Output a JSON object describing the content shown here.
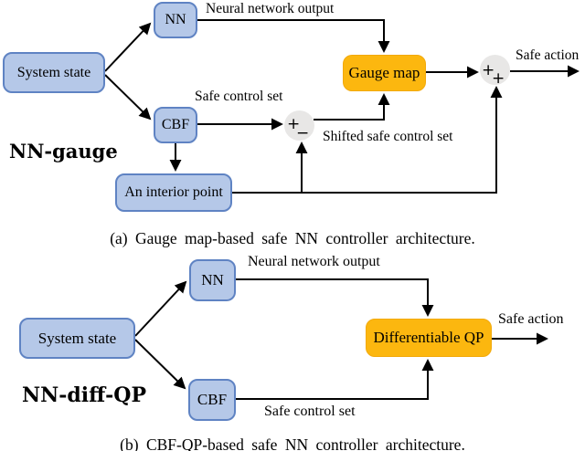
{
  "colors": {
    "box_blue_fill": "#b5c8e8",
    "box_blue_border": "#5f83c3",
    "box_orange_fill": "#fcb70f",
    "sum_circle_fill": "#e8e7e6",
    "line_color": "#000000"
  },
  "diagram_a": {
    "tag": "NN-gauge",
    "caption": "(a) Gauge map-based safe NN controller architecture.",
    "nodes": {
      "system_state": "System state",
      "nn": "NN",
      "cbf": "CBF",
      "gauge_map": "Gauge map",
      "interior_point": "An interior point"
    },
    "edge_labels": {
      "nn_output": "Neural network output",
      "safe_control_set": "Safe control set",
      "shifted_safe_control_set": "Shifted safe control set",
      "safe_action": "Safe action"
    },
    "sum1": {
      "plus": "+",
      "minus": "−"
    },
    "sum2": {
      "plus_left": "+",
      "plus_bottom": "+"
    }
  },
  "diagram_b": {
    "tag": "NN-diff-QP",
    "caption": "(b) CBF-QP-based safe NN controller architecture.",
    "nodes": {
      "system_state": "System state",
      "nn": "NN",
      "cbf": "CBF",
      "differentiable_qp": "Differentiable QP"
    },
    "edge_labels": {
      "nn_output": "Neural network output",
      "safe_control_set": "Safe control set",
      "safe_action": "Safe action"
    }
  }
}
